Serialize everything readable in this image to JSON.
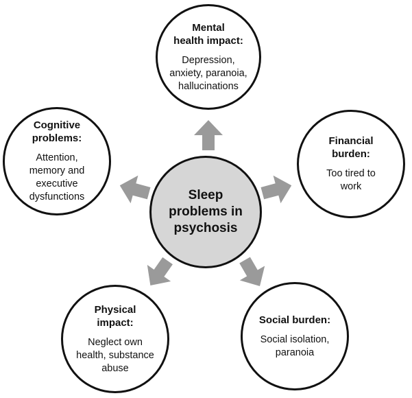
{
  "center": {
    "title": "Sleep\nproblems in\npsychosis"
  },
  "nodes": {
    "mental": {
      "title": "Mental\nhealth impact:",
      "body": "Depression,\nanxiety, paranoia,\nhallucinations"
    },
    "financial": {
      "title": "Financial\nburden:",
      "body": "Too tired to\nwork"
    },
    "social": {
      "title": "Social burden:",
      "body": "Social isolation,\nparanoia"
    },
    "physical": {
      "title": "Physical\nimpact:",
      "body": "Neglect own\nhealth, substance\nabuse"
    },
    "cognitive": {
      "title": "Cognitive\nproblems:",
      "body": "Attention,\nmemory and\nexecutive\ndysfunctions"
    }
  },
  "colors": {
    "center_fill": "#d6d6d6",
    "arrow_fill": "#9a9a9a",
    "outline": "#111111"
  }
}
